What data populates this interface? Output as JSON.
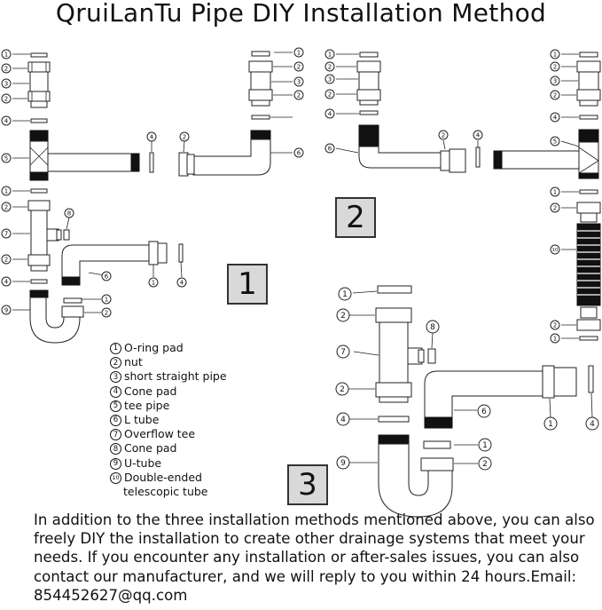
{
  "title": "QruiLanTu Pipe DIY Installation Method",
  "method_labels": [
    "1",
    "2",
    "3"
  ],
  "legend": [
    {
      "num": "1",
      "text": "O-ring pad"
    },
    {
      "num": "2",
      "text": "nut"
    },
    {
      "num": "3",
      "text": "short straight pipe"
    },
    {
      "num": "4",
      "text": "Cone pad"
    },
    {
      "num": "5",
      "text": "tee pipe"
    },
    {
      "num": "6",
      "text": "L tube"
    },
    {
      "num": "7",
      "text": "Overflow tee"
    },
    {
      "num": "8",
      "text": "Cone pad"
    },
    {
      "num": "9",
      "text": "U-tube"
    },
    {
      "num": "10",
      "text": "Double-ended"
    }
  ],
  "legend_continuation": "telescopic tube",
  "footer_text": "In addition to the three installation methods mentioned above, you can also freely DIY the installation to create other drainage systems that meet your needs. If you encounter any installation or after-sales issues, you can also contact our manufacturer, and we will reply to you within 24 hours.Email: 854452627@qq.com",
  "callouts": {
    "left_column_1": [
      "1",
      "2",
      "3",
      "2",
      "4",
      "5",
      "1",
      "2",
      "7",
      "8",
      "2",
      "4",
      "9"
    ],
    "top_center": [
      "1",
      "2",
      "3",
      "2",
      "6",
      "4",
      "2"
    ],
    "lower_left": [
      "6",
      "1",
      "4",
      "1",
      "2"
    ],
    "top_right_block": [
      "1",
      "2",
      "3",
      "2",
      "4",
      "6",
      "2",
      "4"
    ],
    "right_column": [
      "1",
      "2",
      "3",
      "2",
      "4",
      "5",
      "1",
      "2",
      "10",
      "2",
      "1"
    ],
    "method_3": [
      "1",
      "2",
      "7",
      "2",
      "4",
      "8",
      "6",
      "1",
      "4",
      "9",
      "1",
      "2"
    ]
  }
}
